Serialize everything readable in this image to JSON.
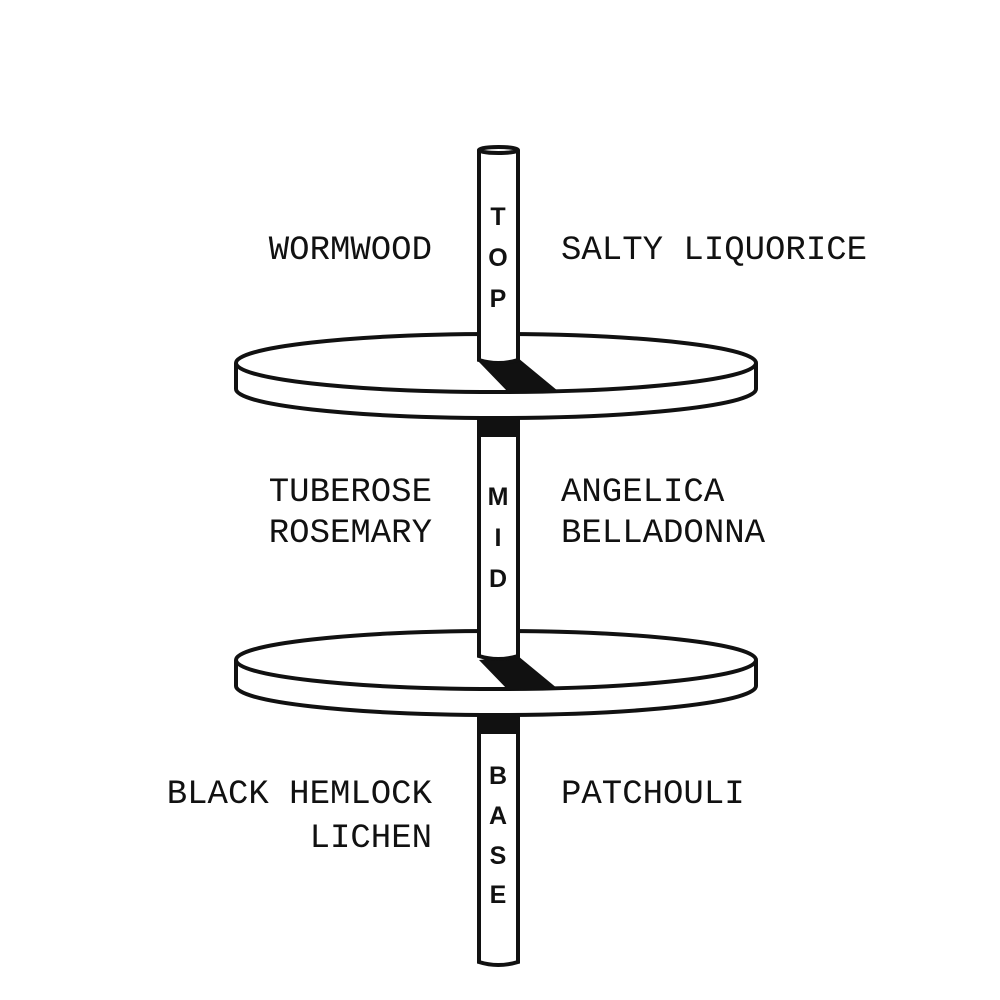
{
  "diagram": {
    "tiers": [
      {
        "label_letters": [
          "T",
          "O",
          "P"
        ],
        "left_notes": [
          "WORMWOOD"
        ],
        "right_notes": [
          "SALTY LIQUORICE"
        ]
      },
      {
        "label_letters": [
          "M",
          "I",
          "D"
        ],
        "left_notes": [
          "TUBEROSE",
          "ROSEMARY"
        ],
        "right_notes": [
          "ANGELICA",
          "BELLADONNA"
        ]
      },
      {
        "label_letters": [
          "B",
          "A",
          "S",
          "E"
        ],
        "left_notes": [
          "BLACK HEMLOCK",
          "LICHEN"
        ],
        "right_notes": [
          "PATCHOULI"
        ]
      }
    ],
    "colors": {
      "stroke": "#111111",
      "background": "#ffffff"
    }
  }
}
